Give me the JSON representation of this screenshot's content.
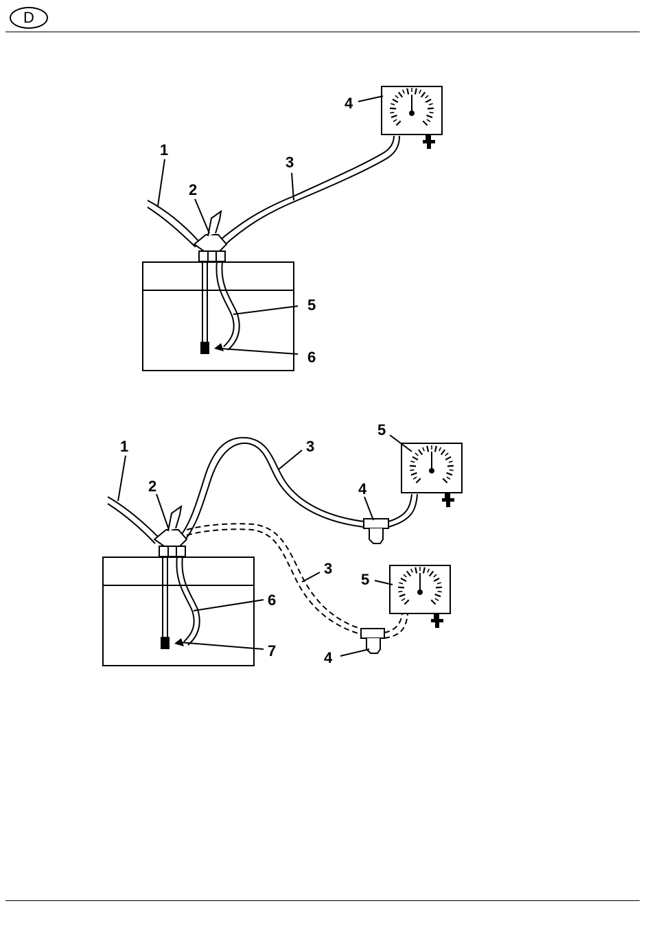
{
  "header": {
    "country_code": "D"
  },
  "figure_1": {
    "callouts": [
      {
        "id": "c1",
        "label": "1"
      },
      {
        "id": "c2",
        "label": "2"
      },
      {
        "id": "c3",
        "label": "3"
      },
      {
        "id": "c4",
        "label": "4"
      },
      {
        "id": "c5",
        "label": "5"
      },
      {
        "id": "c6",
        "label": "6"
      }
    ]
  },
  "figure_2": {
    "callouts": [
      {
        "id": "c1",
        "label": "1"
      },
      {
        "id": "c2",
        "label": "2"
      },
      {
        "id": "c3a",
        "label": "3"
      },
      {
        "id": "c3b",
        "label": "3"
      },
      {
        "id": "c4a",
        "label": "4"
      },
      {
        "id": "c4b",
        "label": "4"
      },
      {
        "id": "c5a",
        "label": "5"
      },
      {
        "id": "c5b",
        "label": "5"
      },
      {
        "id": "c6",
        "label": "6"
      },
      {
        "id": "c7",
        "label": "7"
      }
    ]
  }
}
